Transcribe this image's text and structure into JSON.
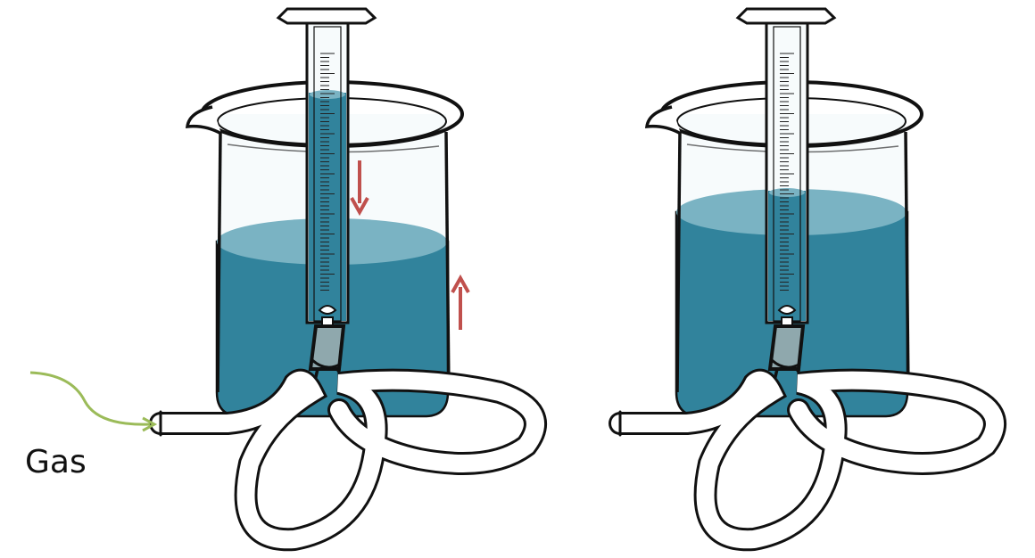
{
  "labels": {
    "gas": "Gas"
  },
  "colors": {
    "water_body": "#31839c",
    "water_surface": "#7ab3c3",
    "outline": "#111111",
    "movement_arrow": "#c0504d",
    "gas_arrow": "#9bbb59",
    "glass_tint": "#f7fbfc"
  },
  "apparatus": [
    {
      "name": "before",
      "tube_water_level": 0.05,
      "beaker_water_level": 0.42,
      "arrows": [
        "tube-level-down-arrow",
        "beaker-level-up-arrow"
      ]
    },
    {
      "name": "after",
      "tube_water_level": 0.52,
      "beaker_water_level": 0.26,
      "arrows": []
    }
  ]
}
